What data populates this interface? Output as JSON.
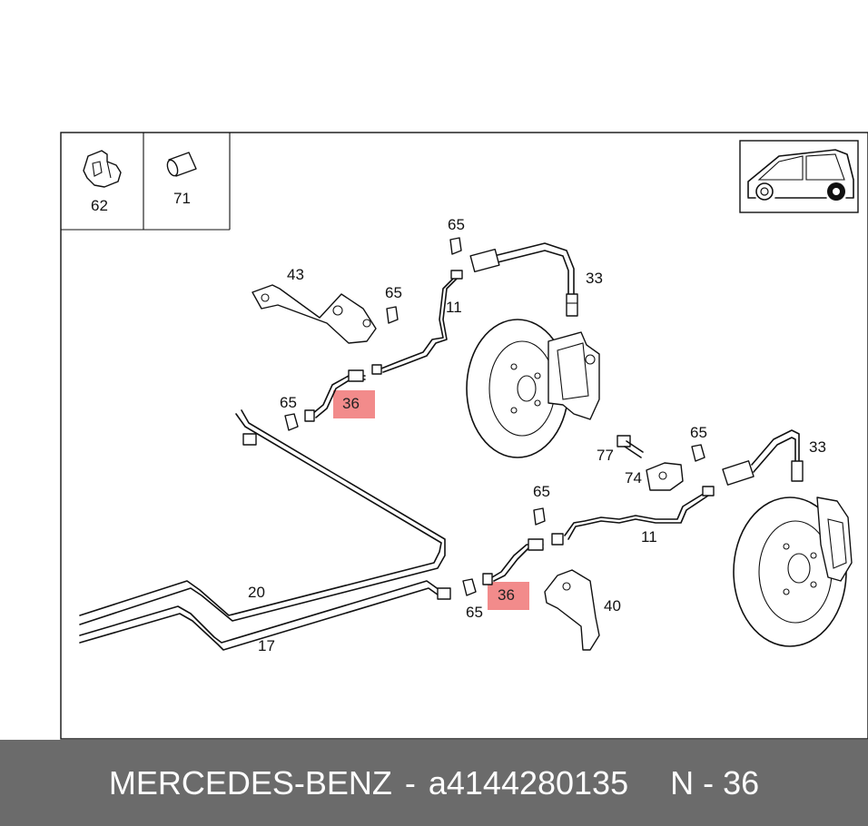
{
  "callouts": {
    "c62": "62",
    "c71": "71",
    "c65": "65",
    "c43": "43",
    "c11": "11",
    "c33": "33",
    "c36": "36",
    "c77": "77",
    "c74": "74",
    "c20": "20",
    "c17": "17",
    "c40": "40"
  },
  "colors": {
    "highlight": "#f28b8b",
    "footer_bg": "#6b6b6b",
    "footer_text": "#ffffff"
  },
  "footer": {
    "brand": "MERCEDES-BENZ",
    "separator": "-",
    "part_number": "a4144280135",
    "position": "N - 36"
  }
}
